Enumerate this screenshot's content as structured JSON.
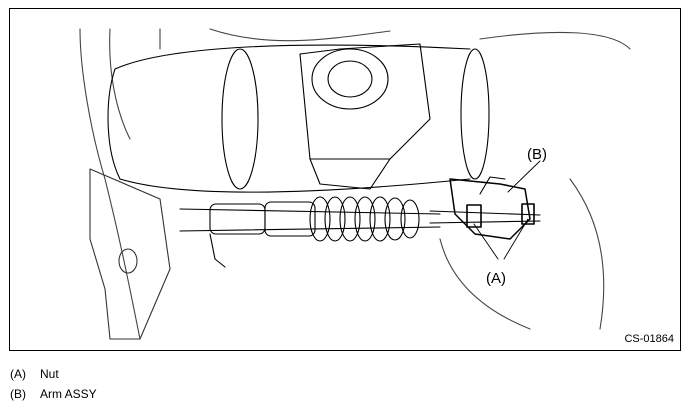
{
  "figure": {
    "code": "CS-01864",
    "callouts": {
      "b": "(B)",
      "a": "(A)"
    }
  },
  "legend": [
    {
      "key": "(A)",
      "label": "Nut"
    },
    {
      "key": "(B)",
      "label": "Arm ASSY"
    }
  ]
}
